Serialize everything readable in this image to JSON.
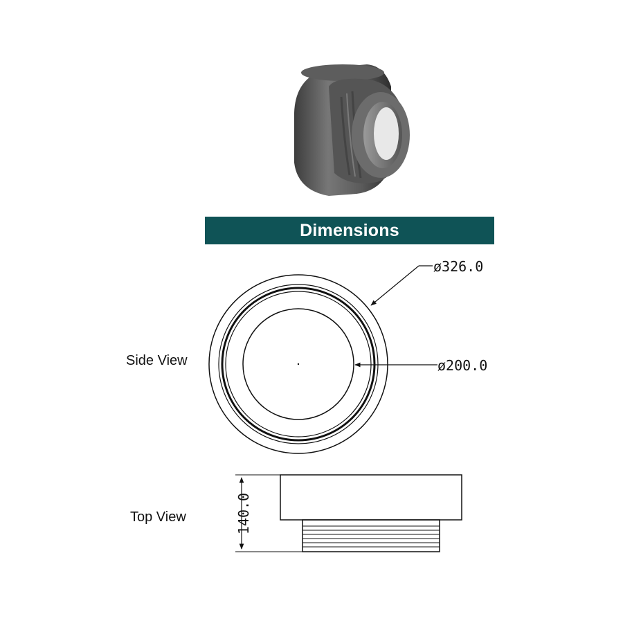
{
  "header": {
    "title": "Dimensions"
  },
  "colors": {
    "banner": "#0f5356",
    "part": "#6a6a6a",
    "line": "#111111"
  },
  "views": {
    "side": {
      "label": "Side View",
      "outer_diameter": "ø326.0",
      "inner_diameter": "ø200.0"
    },
    "top": {
      "label": "Top View",
      "height": "140.0"
    }
  }
}
